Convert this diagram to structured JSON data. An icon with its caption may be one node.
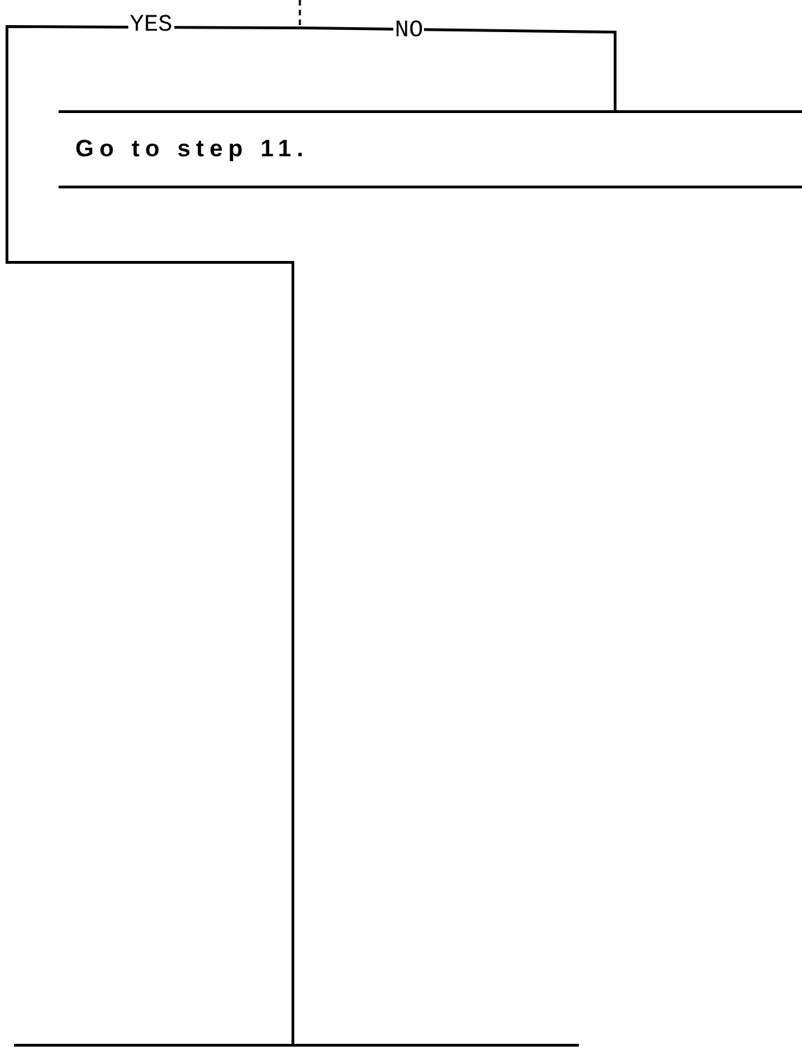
{
  "diagram": {
    "nodes": [
      {
        "text": [
          "Go to step 11."
        ]
      },
      {
        "text": [],
        "shape": "box"
      }
    ],
    "edges": [
      {
        "from": null,
        "to": 1,
        "label": "YES",
        "arrow": "none"
      },
      {
        "from": null,
        "to": 0,
        "label": "NO",
        "arrow": "none"
      }
    ]
  }
}
